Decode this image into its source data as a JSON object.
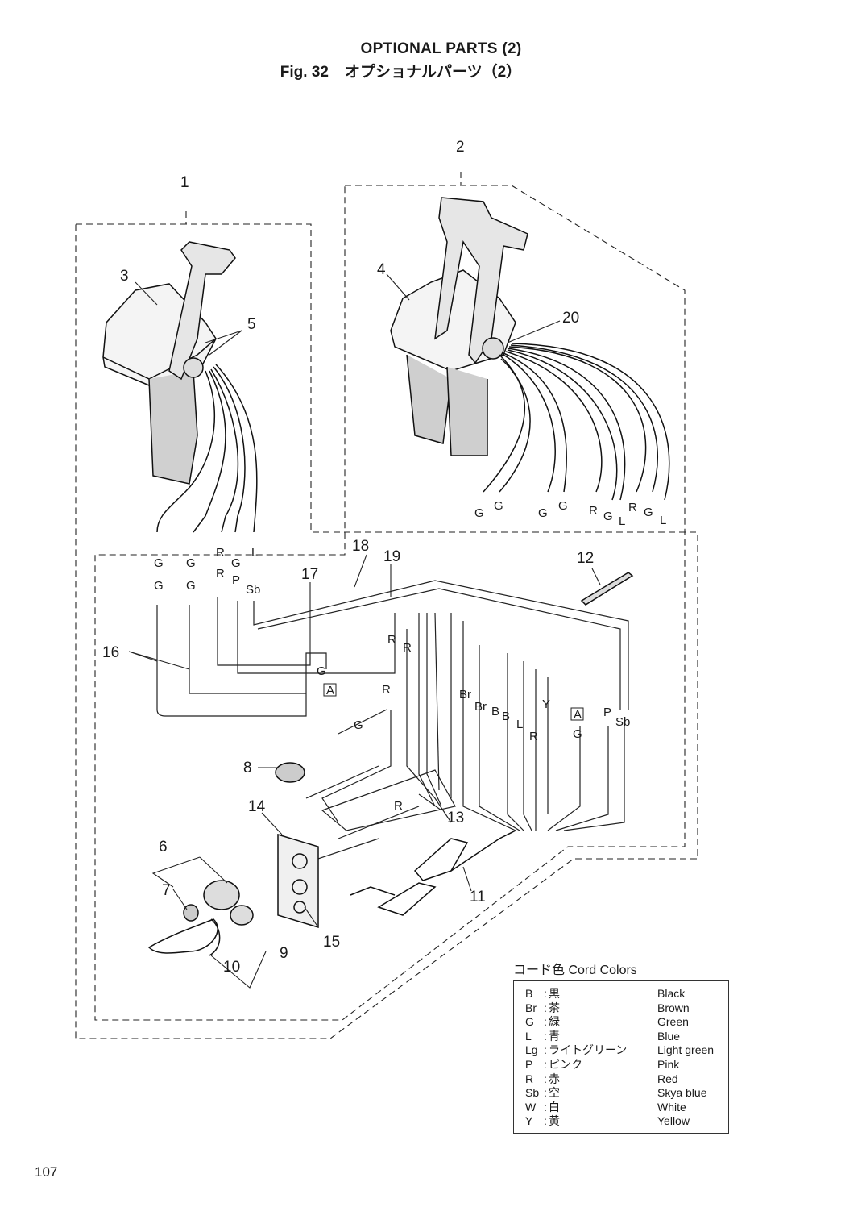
{
  "header": {
    "title": "OPTIONAL PARTS (2)",
    "fig_label": "Fig. 32",
    "fig_title_jp": "オプショナルパーツ（2）"
  },
  "callouts": [
    "1",
    "2",
    "3",
    "4",
    "5",
    "6",
    "7",
    "8",
    "9",
    "10",
    "11",
    "12",
    "13",
    "14",
    "15",
    "16",
    "17",
    "18",
    "19",
    "20"
  ],
  "wire_labels": {
    "remote1_wires": [
      "G",
      "G",
      "R",
      "G",
      "L"
    ],
    "remote1_mates": [
      "G",
      "G",
      "R",
      "P",
      "Sb"
    ],
    "remote2_wires": [
      "G",
      "G",
      "G",
      "G",
      "R",
      "G",
      "L",
      "R",
      "G",
      "L"
    ],
    "harness_wires": [
      "R",
      "R",
      "R",
      "Br",
      "Br",
      "B",
      "B",
      "L",
      "Y",
      "R",
      "G",
      "P",
      "Sb",
      "G",
      "R"
    ],
    "connector_a_left": "A",
    "connector_a_right": "A"
  },
  "cord_colors": {
    "title": "コード色 Cord Colors",
    "entries": [
      {
        "code": "B",
        "jp": "黒",
        "en": "Black"
      },
      {
        "code": "Br",
        "jp": "茶",
        "en": "Brown"
      },
      {
        "code": "G",
        "jp": "緑",
        "en": "Green"
      },
      {
        "code": "L",
        "jp": "青",
        "en": "Blue"
      },
      {
        "code": "Lg",
        "jp": "ライトグリーン",
        "en": "Light green"
      },
      {
        "code": "P",
        "jp": "ピンク",
        "en": "Pink"
      },
      {
        "code": "R",
        "jp": "赤",
        "en": "Red"
      },
      {
        "code": "Sb",
        "jp": "空",
        "en": "Skya blue"
      },
      {
        "code": "W",
        "jp": "白",
        "en": "White"
      },
      {
        "code": "Y",
        "jp": "黄",
        "en": "Yellow"
      }
    ]
  },
  "page_number": "107"
}
